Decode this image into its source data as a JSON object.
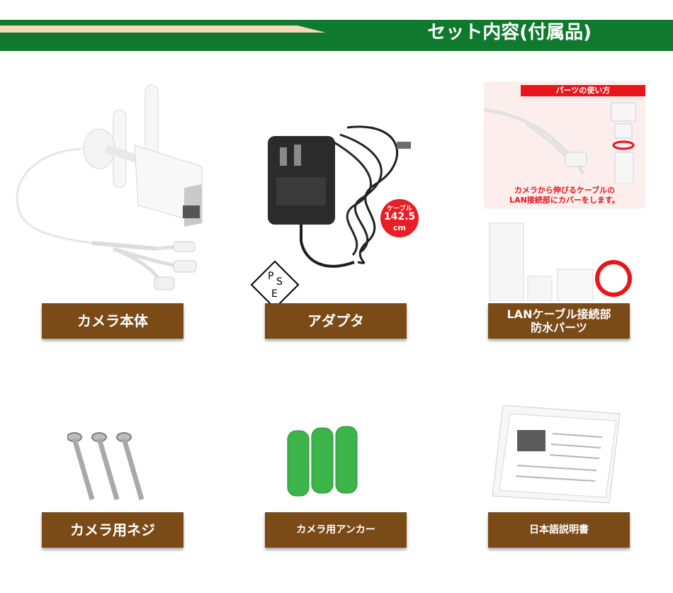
{
  "header": {
    "title": "セット内容(付属品)"
  },
  "items": [
    {
      "label": "カメラ本体"
    },
    {
      "label": "アダプタ"
    },
    {
      "label_line1": "LANケーブル接続部",
      "label_line2": "防水パーツ"
    },
    {
      "label": "カメラ用ネジ"
    },
    {
      "label": "カメラ用アンカー"
    },
    {
      "label": "日本語説明書"
    }
  ],
  "adapter": {
    "cable_badge": {
      "line1": "ケーブル",
      "line2": "142.5",
      "line3": "cm"
    },
    "pse_mark": {
      "letters": [
        "P",
        "S",
        "E"
      ]
    }
  },
  "usage_panel": {
    "title": "パーツの使い方",
    "caption": "カメラから伸びるケーブルの\nLAN接続部にカバーをします。"
  },
  "colors": {
    "header_green": "#0f7a2e",
    "header_beige": "#f3d9b8",
    "label_brown": "#7a4a17",
    "accent_red": "#e8151b",
    "anchor_green": "#3bb54a"
  }
}
